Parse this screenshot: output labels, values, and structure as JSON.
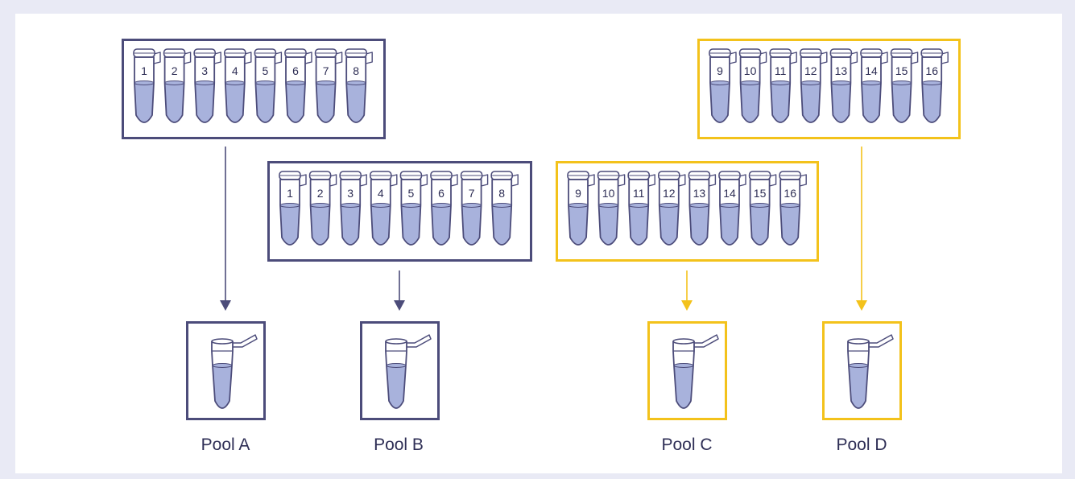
{
  "colors": {
    "navy": "#4c4c7a",
    "gold": "#f3c21b",
    "liquid": "#a8b2dc",
    "background": "#e9eaf5"
  },
  "strips": [
    {
      "id": "strip-1",
      "color": "navy",
      "tubes": [
        "1",
        "2",
        "3",
        "4",
        "5",
        "6",
        "7",
        "8"
      ]
    },
    {
      "id": "strip-2",
      "color": "navy",
      "tubes": [
        "1",
        "2",
        "3",
        "4",
        "5",
        "6",
        "7",
        "8"
      ]
    },
    {
      "id": "strip-3",
      "color": "gold",
      "tubes": [
        "9",
        "10",
        "11",
        "12",
        "13",
        "14",
        "15",
        "16"
      ]
    },
    {
      "id": "strip-4",
      "color": "gold",
      "tubes": [
        "9",
        "10",
        "11",
        "12",
        "13",
        "14",
        "15",
        "16"
      ]
    }
  ],
  "pools": [
    {
      "label": "Pool A",
      "color": "navy"
    },
    {
      "label": "Pool B",
      "color": "navy"
    },
    {
      "label": "Pool C",
      "color": "gold"
    },
    {
      "label": "Pool D",
      "color": "gold"
    }
  ]
}
